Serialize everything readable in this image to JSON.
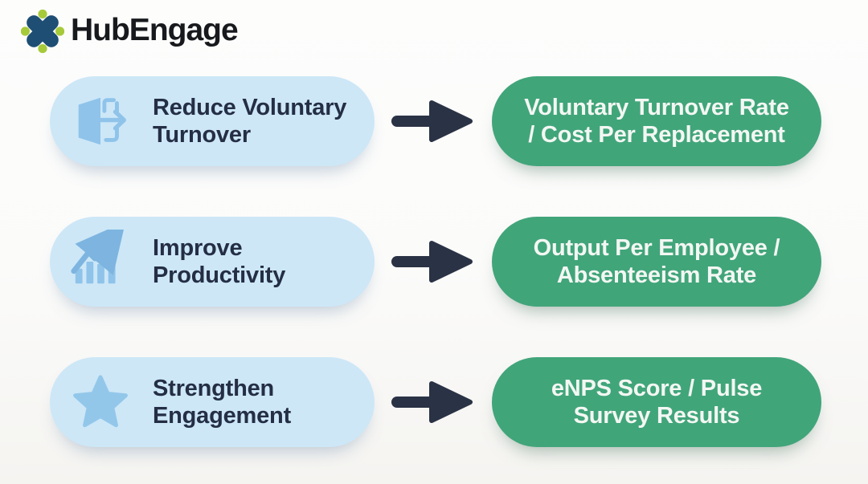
{
  "brand": {
    "name": "HubEngage"
  },
  "colors": {
    "pill_blue": "#cde7f7",
    "pill_green": "#41a57a",
    "text_navy": "#242e44",
    "text_white": "#f3f7f3",
    "icon_blue": "#8fc3ea",
    "arrow_navy": "#2a3245",
    "logo_blue": "#1e4e74",
    "logo_green": "#a6ca3a"
  },
  "rows": [
    {
      "goal": "Reduce Voluntary\nTurnover",
      "goal_icon": "exit-door-icon",
      "metric": "Voluntary Turnover Rate\n/ Cost Per Replacement"
    },
    {
      "goal": "Improve\nProductivity",
      "goal_icon": "growth-chart-icon",
      "metric": "Output Per Employee /\nAbsenteeism Rate"
    },
    {
      "goal": "Strengthen\nEngagement",
      "goal_icon": "star-icon",
      "metric": "eNPS Score / Pulse\nSurvey Results"
    }
  ]
}
